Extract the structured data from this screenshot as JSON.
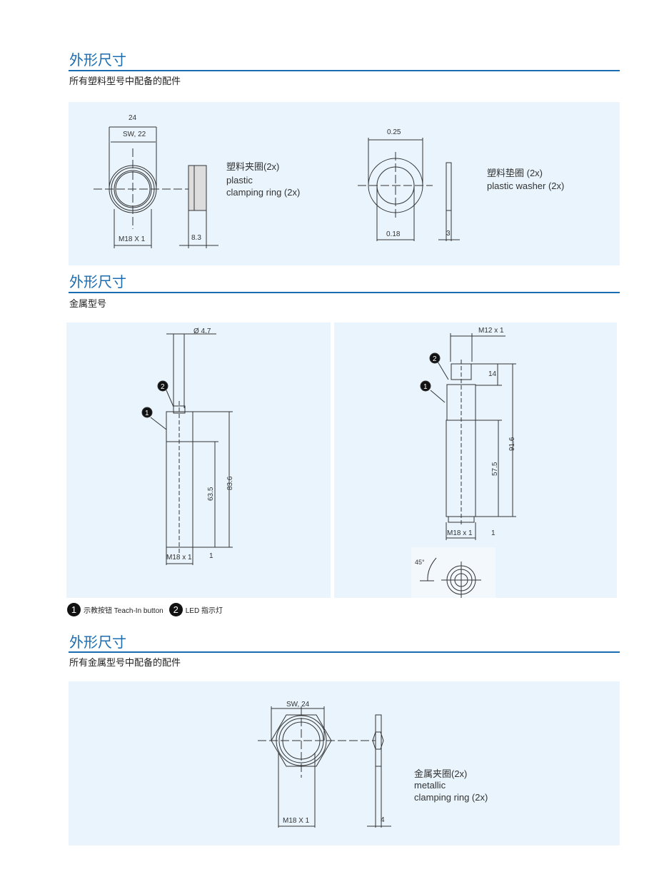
{
  "sections": [
    {
      "title": "外形尺寸",
      "subtitle": "所有塑料型号中配备的配件"
    },
    {
      "title": "外形尺寸",
      "subtitle": "金属型号"
    },
    {
      "title": "外形尺寸",
      "subtitle": "所有金属型号中配备的配件"
    }
  ],
  "plastic_ring": {
    "dim_outer": "24",
    "dim_sw": "SW, 22",
    "dim_thread": "M18 X 1",
    "dim_thickness": "8.3",
    "label_cn": "塑料夹圈(2x)",
    "label_en1": "plastic",
    "label_en2": "clamping ring (2x)"
  },
  "plastic_washer": {
    "dim_outer": "0.25",
    "dim_inner": "0.18",
    "dim_thickness": "3",
    "label_cn": "塑料垫圈 (2x)",
    "label_en": "plastic washer (2x)"
  },
  "cable_sensor": {
    "dim_cable": "Ø  4.7",
    "dim_total": "83.6",
    "dim_thread_len": "63.5",
    "dim_end": "1",
    "dim_thread": "M18 x 1",
    "marker1": "1",
    "marker2": "2"
  },
  "connector_sensor": {
    "dim_connector": "M12 x 1",
    "dim_conn_len": "14",
    "dim_total": "91.6",
    "dim_thread_len": "57.5",
    "dim_end": "1",
    "dim_thread": "M18 x 1",
    "angle": "45°",
    "marker1": "1",
    "marker2": "2"
  },
  "legend": [
    {
      "num": "1",
      "label": "示教按钮 Teach-In button"
    },
    {
      "num": "2",
      "label": "LED 指示灯"
    }
  ],
  "metal_ring": {
    "dim_sw": "SW, 24",
    "dim_thread": "M18 X 1",
    "dim_thickness": "4",
    "label_cn": "金属夹圈(2x)",
    "label_en1": "metallic",
    "label_en2": "clamping ring (2x)"
  }
}
